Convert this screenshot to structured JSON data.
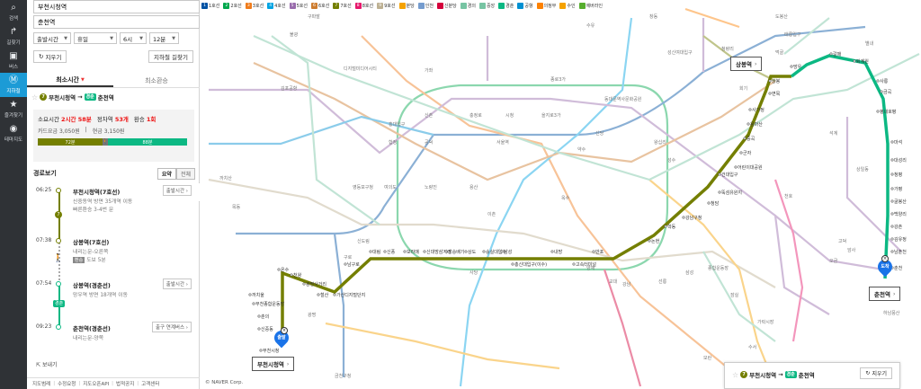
{
  "rail": [
    {
      "icon": "⌕",
      "label": "검색"
    },
    {
      "icon": "↱",
      "label": "길찾기"
    },
    {
      "icon": "▣",
      "label": "버스"
    },
    {
      "icon": "Ⓜ",
      "label": "지하철"
    },
    {
      "icon": "★",
      "label": "즐겨찾기"
    },
    {
      "icon": "◉",
      "label": "테마지도"
    }
  ],
  "panel": {
    "from": "부천시청역",
    "to": "춘천역",
    "selects": [
      "출발시간",
      "휴일",
      "6시",
      "12분"
    ],
    "reset_label": "지우기",
    "directions_label": "지하철 길찾기",
    "tabs": [
      "최소시간",
      "최소환승"
    ],
    "route": {
      "from": "부천시청역",
      "arrow": "→",
      "line_badge": "경춘",
      "to": "춘천역",
      "line_num": "7"
    },
    "summary": {
      "time_label": "소요시간",
      "time_value": "2시간 58분",
      "stations_label": "정차역",
      "stations_value": "53개",
      "transfer_label": "환승",
      "transfer_value": "1회",
      "card_label": "카드요금",
      "card_value": "3,050원",
      "cash_label": "현금",
      "cash_value": "3,150원",
      "bar_left": "72분",
      "bar_right": "88분"
    },
    "steps_title": "경로보기",
    "view_modes": [
      "요약",
      "전체"
    ],
    "steps": [
      {
        "time": "06:25",
        "name": "부천시청역(7호선)",
        "d1": "신중동역 방면 35개역 이동",
        "d2": "빠른환승 3-4번 문",
        "action": "출발시간"
      },
      {
        "time": "07:38",
        "name": "상봉역(7호선)",
        "d1": "내리는문-오른쪽",
        "d2": "도보 5분",
        "action": ""
      },
      {
        "time": "07:54",
        "name": "상봉역(경춘선)",
        "d1": "망우역 방면 18개역 이동",
        "d2": "",
        "action": "출발시간"
      },
      {
        "time": "09:23",
        "name": "춘천역(경춘선)",
        "d1": "내리는문-양쪽",
        "d2": "",
        "action": "출구 연계버스"
      }
    ],
    "transfer_chip": "환승",
    "more": "보내기",
    "footer": [
      "지도범례",
      "수정요청",
      "지도오픈API",
      "법적공지",
      "고객센터"
    ]
  },
  "map": {
    "legend": [
      {
        "n": "1",
        "t": "1호선",
        "c": "#0052a4"
      },
      {
        "n": "2",
        "t": "2호선",
        "c": "#00a84d"
      },
      {
        "n": "3",
        "t": "3호선",
        "c": "#ef7c1c"
      },
      {
        "n": "4",
        "t": "4호선",
        "c": "#00a4e3"
      },
      {
        "n": "5",
        "t": "5호선",
        "c": "#996cac"
      },
      {
        "n": "6",
        "t": "6호선",
        "c": "#cd7c2f"
      },
      {
        "n": "7",
        "t": "7호선",
        "c": "#747f00"
      },
      {
        "n": "8",
        "t": "8호선",
        "c": "#e6186c"
      },
      {
        "n": "9",
        "t": "9호선",
        "c": "#bdb092"
      },
      {
        "n": "",
        "t": "분당",
        "c": "#f5a200"
      },
      {
        "n": "",
        "t": "인천",
        "c": "#759cce"
      },
      {
        "n": "",
        "t": "신분당",
        "c": "#d4003b"
      },
      {
        "n": "",
        "t": "경의",
        "c": "#77c4a3"
      },
      {
        "n": "",
        "t": "중앙",
        "c": "#77c4a3"
      },
      {
        "n": "",
        "t": "경춘",
        "c": "#0cb883"
      },
      {
        "n": "",
        "t": "공항",
        "c": "#0090d2"
      },
      {
        "n": "",
        "t": "의정부",
        "c": "#fd8100"
      },
      {
        "n": "",
        "t": "수인",
        "c": "#f5a200"
      },
      {
        "n": "",
        "t": "에버라인",
        "c": "#56ad2d"
      }
    ],
    "callouts": {
      "sangbong": "상봉역",
      "chuncheon": "춘천역",
      "bucheon": "부천시청역"
    },
    "pins": {
      "start": "출발",
      "end": "도착"
    },
    "copyright": "© NAVER Corp.",
    "stations": [
      {
        "t": "온수"
      },
      {
        "t": "천왕"
      },
      {
        "t": "광명사거리"
      },
      {
        "t": "철산"
      },
      {
        "t": "가산디지털단지"
      },
      {
        "t": "남구로"
      },
      {
        "t": "대림"
      },
      {
        "t": "신풍"
      },
      {
        "t": "보라매"
      },
      {
        "t": "신대방삼거리"
      },
      {
        "t": "장승배기"
      },
      {
        "t": "상도"
      },
      {
        "t": "숭실대입구"
      },
      {
        "t": "남성"
      },
      {
        "t": "총신대입구(이수)"
      },
      {
        "t": "내방"
      },
      {
        "t": "고속터미널"
      },
      {
        "t": "반포"
      },
      {
        "t": "논현"
      },
      {
        "t": "학동"
      },
      {
        "t": "강남구청"
      },
      {
        "t": "청담"
      },
      {
        "t": "뚝섬유원지"
      },
      {
        "t": "건대입구"
      },
      {
        "t": "어린이대공원"
      },
      {
        "t": "군자"
      },
      {
        "t": "중곡"
      },
      {
        "t": "용마산"
      },
      {
        "t": "사가정"
      },
      {
        "t": "면목"
      },
      {
        "t": "상봉"
      },
      {
        "t": "망우"
      },
      {
        "t": "갈매"
      },
      {
        "t": "퇴계원"
      },
      {
        "t": "사릉"
      },
      {
        "t": "금곡"
      },
      {
        "t": "평내호평"
      },
      {
        "t": "마석"
      },
      {
        "t": "대성리"
      },
      {
        "t": "청평"
      },
      {
        "t": "가평"
      },
      {
        "t": "굴봉산"
      },
      {
        "t": "백양리"
      },
      {
        "t": "강촌"
      },
      {
        "t": "김유정"
      },
      {
        "t": "남춘천"
      },
      {
        "t": "춘천"
      },
      {
        "t": "까치울"
      },
      {
        "t": "부천종합운동장"
      },
      {
        "t": "춘의"
      },
      {
        "t": "신중동"
      },
      {
        "t": "부천시청"
      }
    ],
    "bg_labels": [
      {
        "t": "불광"
      },
      {
        "t": "디지털미디어시티"
      },
      {
        "t": "김포공항"
      },
      {
        "t": "가좌"
      },
      {
        "t": "공덕"
      },
      {
        "t": "서울역"
      },
      {
        "t": "종로3가"
      },
      {
        "t": "동대문역사문화공원"
      },
      {
        "t": "왕십리"
      },
      {
        "t": "청량리"
      },
      {
        "t": "신도림"
      },
      {
        "t": "영등포구청"
      },
      {
        "t": "여의도"
      },
      {
        "t": "노량진"
      },
      {
        "t": "용산"
      },
      {
        "t": "이촌"
      },
      {
        "t": "사당"
      },
      {
        "t": "교대"
      },
      {
        "t": "강남"
      },
      {
        "t": "선릉"
      },
      {
        "t": "삼성"
      },
      {
        "t": "종합운동장"
      },
      {
        "t": "잠실"
      },
      {
        "t": "천호"
      },
      {
        "t": "구로"
      },
      {
        "t": "금천구청"
      },
      {
        "t": "수서"
      },
      {
        "t": "가락시장"
      },
      {
        "t": "복정"
      },
      {
        "t": "옥수"
      },
      {
        "t": "약수"
      },
      {
        "t": "신당"
      },
      {
        "t": "성수"
      },
      {
        "t": "구파발"
      },
      {
        "t": "수유"
      },
      {
        "t": "창동"
      },
      {
        "t": "도봉산"
      },
      {
        "t": "양재"
      },
      {
        "t": "오금"
      },
      {
        "t": "고덕"
      },
      {
        "t": "까치산"
      },
      {
        "t": "목동"
      },
      {
        "t": "합정"
      },
      {
        "t": "홍대입구"
      },
      {
        "t": "신촌"
      },
      {
        "t": "시청"
      },
      {
        "t": "충정로"
      },
      {
        "t": "을지로3가"
      },
      {
        "t": "성신여대입구"
      },
      {
        "t": "태릉입구"
      },
      {
        "t": "석계"
      },
      {
        "t": "별내"
      },
      {
        "t": "회기"
      },
      {
        "t": "먹골"
      },
      {
        "t": "상일동"
      },
      {
        "t": "하남풍산"
      },
      {
        "t": "암사"
      },
      {
        "t": "모란"
      },
      {
        "t": "기흥"
      },
      {
        "t": "광명"
      }
    ],
    "route_card": {
      "num": "7",
      "from": "부천시청역",
      "arrow": "→",
      "badge": "경춘",
      "to": "춘천역",
      "button": "지우기"
    }
  }
}
